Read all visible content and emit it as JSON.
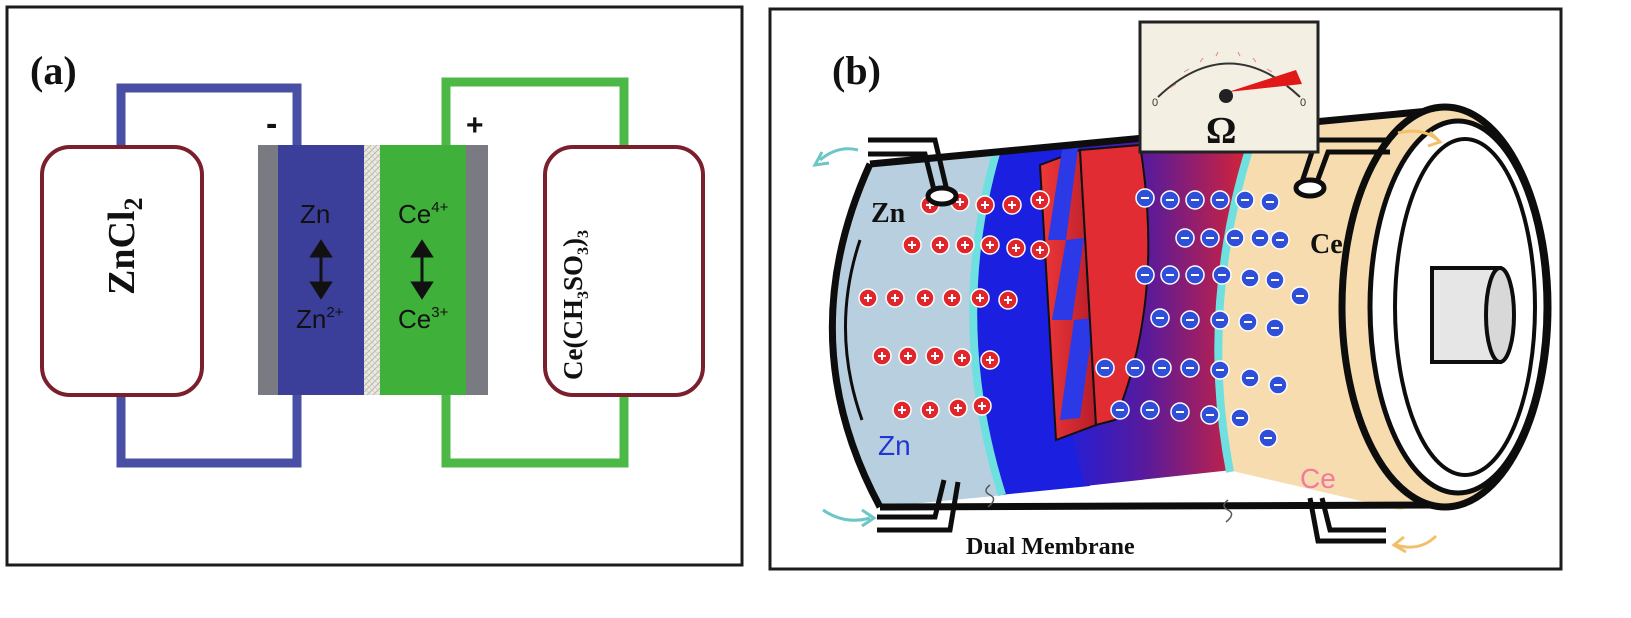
{
  "panel_a": {
    "label": "(a)",
    "left_tank": "ZnCl",
    "left_tank_sub": "2",
    "right_tank_parts": [
      "Ce(CH",
      "3",
      "SO",
      "3",
      ")",
      "3"
    ],
    "minus": "-",
    "plus": "+",
    "neg_top": "Zn",
    "neg_bottom_base": "Zn",
    "neg_bottom_sup": "2+",
    "pos_top_base": "Ce",
    "pos_top_sup": "4+",
    "pos_bottom_base": "Ce",
    "pos_bottom_sup": "3+",
    "colors": {
      "negative": "#3b3f9a",
      "positive": "#3fb13a",
      "tank_border": "#7a1f2b",
      "wire_neg": "#4a4fa6",
      "wire_pos": "#4cb846",
      "collector": "#7a7a82"
    }
  },
  "panel_b": {
    "label": "(b)",
    "electrode_left": "Zn",
    "electrode_right": "Ce",
    "electrolyte_left": "Zn",
    "electrolyte_right": "Ce",
    "membrane_label": "Dual Membrane",
    "meter_symbol": "Ω",
    "meter_min": "0",
    "meter_max": "0",
    "colors": {
      "anolyte": "#b8cfe0",
      "catholyte": "#f6dcaf",
      "cation": "#e0262a",
      "anion": "#2f4fd8",
      "membrane": "#6fe0e0",
      "needle": "#e01818"
    }
  }
}
